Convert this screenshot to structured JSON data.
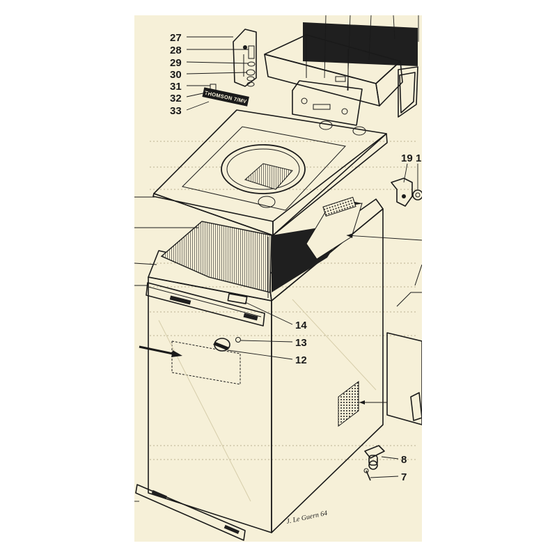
{
  "callouts": {
    "c27": "27",
    "c28": "28",
    "c29": "29",
    "c30": "30",
    "c31": "31",
    "c32": "32",
    "c33": "33",
    "c19": "19",
    "c1": "1",
    "c14": "14",
    "c13": "13",
    "c12": "12",
    "c8": "8",
    "c7": "7"
  },
  "nameplate_text": "THOMSON 7/MV",
  "signature": "J. Le Guern 64",
  "colors": {
    "paper": "#f6f0d8",
    "ink": "#1a1a1a",
    "shadow": "#2a2a2a"
  }
}
